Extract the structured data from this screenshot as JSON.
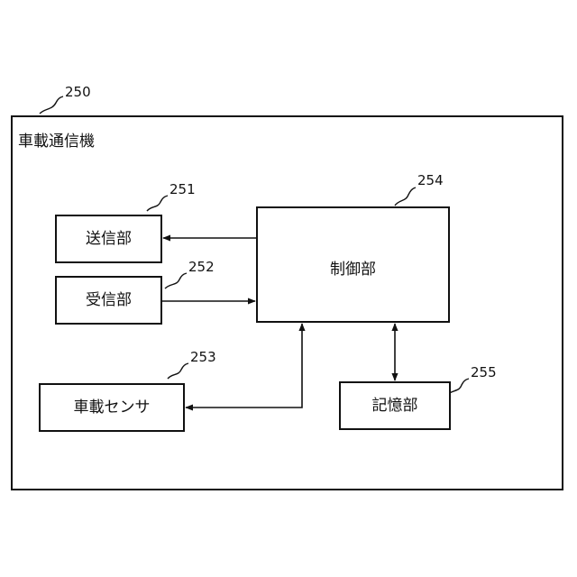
{
  "labels": {
    "frame_ref": "250",
    "frame_title": "車載通信機",
    "sender_ref": "251",
    "sender_label": "送信部",
    "receiver_ref": "252",
    "receiver_label": "受信部",
    "sensor_ref": "253",
    "sensor_label": "車載センサ",
    "control_ref": "254",
    "control_label": "制御部",
    "memory_ref": "255",
    "memory_label": "記憶部"
  }
}
